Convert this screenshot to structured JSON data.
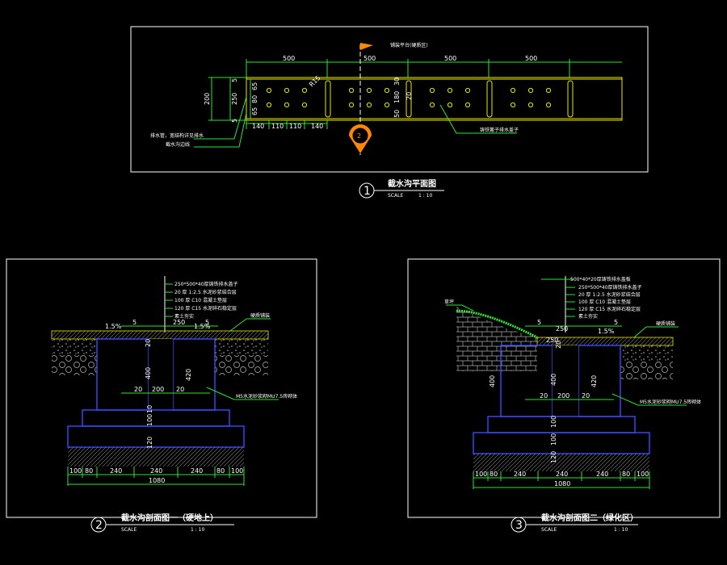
{
  "plan": {
    "top_dims": [
      "500",
      "500",
      "500",
      "500"
    ],
    "left_dims": [
      "5",
      "250",
      "5"
    ],
    "left_outer": "200",
    "inner_dims": [
      "65",
      "80",
      "65"
    ],
    "mid_dims": [
      "30",
      "180",
      "50"
    ],
    "radius_label": "R15",
    "center_label": "20",
    "bottom_dims": [
      "140",
      "110",
      "110",
      "140"
    ],
    "flag_label": "铺装平台(硬质区)",
    "note_left_1": "排水管，宽结构详见排水",
    "note_left_2": "截水沟边线",
    "note_right": "铸铁篦子排水盖子",
    "section_mark": "2",
    "title": "截水沟平面图",
    "number": "1",
    "scale_label": "SCALE",
    "scale_value": "1 : 10"
  },
  "section1": {
    "layers": [
      "250*500*40厚铸铁排水盖子",
      "20 厚 1:2.5 水泥砂浆结合层",
      "100 厚 C10 混凝土垫层",
      "120 厚 C15 水泥碎石稳定层",
      "素土夯实"
    ],
    "top_dims": [
      "5",
      "250",
      "5"
    ],
    "small_20": "20",
    "slope_left": "1.5%",
    "slope_right": "1.5%",
    "right_note": "硬质铺装",
    "h400": "400",
    "h420": "420",
    "mid_dims": [
      "20",
      "200",
      "20"
    ],
    "v_dims": [
      "100",
      "10"
    ],
    "v_dims2": [
      "120"
    ],
    "wall_note": "M5水泥砂浆砌MU7.5砖砌体",
    "bottom_dims": [
      "100",
      "80",
      "240",
      "240",
      "240",
      "80",
      "100"
    ],
    "total": "1080",
    "title": "截水沟剖面图一（硬地上）",
    "number": "2",
    "scale_label": "SCALE",
    "scale_value": "1 : 10"
  },
  "section2": {
    "layers": [
      "500*40*20厚铸铁排水盖板",
      "250*500*40厚铸铁排水盖子",
      "20 厚 1:2.5 水泥砂浆结合层",
      "100 厚 C10 混凝土垫层",
      "120 厚 C15 水泥碎石稳定层",
      "素土夯实"
    ],
    "top_dims": [
      "5",
      "250",
      "5"
    ],
    "slope": "1.5%",
    "left_note": "草坪",
    "right_note": "硬质铺装",
    "h400": "400",
    "h420": "420",
    "mid_dims": [
      "20",
      "200",
      "20"
    ],
    "v_dims": [
      "100",
      "100",
      "120"
    ],
    "small_dims": [
      "250",
      "20"
    ],
    "wall_note": "M5水泥砂浆砌MU7.5砖砌体",
    "bottom_dims": [
      "100",
      "80",
      "240",
      "240",
      "240",
      "80",
      "100"
    ],
    "total": "1080",
    "title": "截水沟剖面图二（绿化区）",
    "number": "3",
    "scale_label": "SCALE",
    "scale_value": "1 : 10"
  }
}
